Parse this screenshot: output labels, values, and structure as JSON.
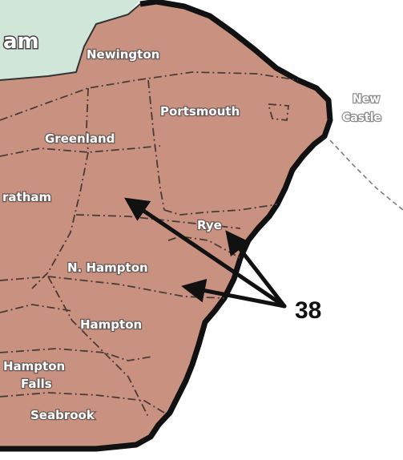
{
  "map": {
    "towns": {
      "newington": "Newington",
      "portsmouth": "Portsmouth",
      "greenland": "Greenland",
      "stratham_partial": "ratham",
      "rye": "Rye",
      "north_hampton": "N. Hampton",
      "hampton": "Hampton",
      "hampton_falls_line1": "Hampton",
      "hampton_falls_line2": "Falls",
      "seabrook": "Seabrook",
      "new_castle_line1": "New",
      "new_castle_line2": "Castle",
      "partial_top_left": "am"
    },
    "callout": {
      "label": "38"
    },
    "colors": {
      "land": "#c99180",
      "neighbor": "#cfe6d8",
      "water": "#ffffff",
      "coastline": "#111111",
      "arrow": "#111111"
    }
  }
}
